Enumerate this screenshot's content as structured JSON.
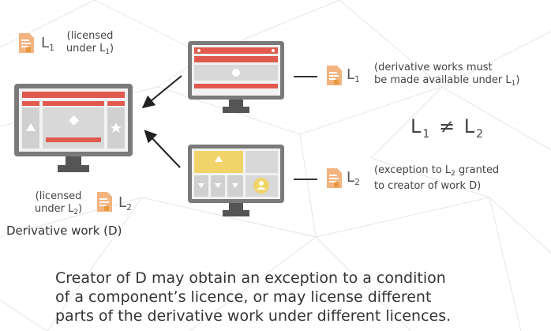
{
  "top_left_note": {
    "license": "L",
    "license_sub": "1",
    "text_line1": "(licensed",
    "text_line2": "under L",
    "text_line2_sub": "1",
    "text_line2_end": ")"
  },
  "component1": {
    "license": "L",
    "license_sub": "1",
    "note_line1": "(derivative works must",
    "note_line2": "be made available under L",
    "note_line2_sub": "1",
    "note_line2_end": ")"
  },
  "component2": {
    "license": "L",
    "license_sub": "2",
    "note_line1_a": "(exception to L",
    "note_line1_sub": "2",
    "note_line1_b": " granted",
    "note_line2": "to creator of work D)"
  },
  "derivative": {
    "note_line1": "(licensed",
    "note_line2": "under L",
    "note_line2_sub": "2",
    "note_line2_end": ")",
    "license": "L",
    "license_sub": "2",
    "label": "Derivative work (D)"
  },
  "inequality": {
    "left": "L",
    "left_sub": "1",
    "symbol": "≠",
    "right": "L",
    "right_sub": "2"
  },
  "caption": {
    "line1": "Creator of D may obtain an exception to a condition",
    "line2": "of a component’s licence, or may license different",
    "line3": "parts of the derivative work under different licences."
  },
  "colors": {
    "monitor_frame": "#7a7a7a",
    "monitor_stand": "#555555",
    "accent_red": "#e05a4e",
    "accent_yellow": "#f0d46a",
    "screen_gray": "#d8d8d8",
    "doc_icon": "#f2b37e"
  }
}
